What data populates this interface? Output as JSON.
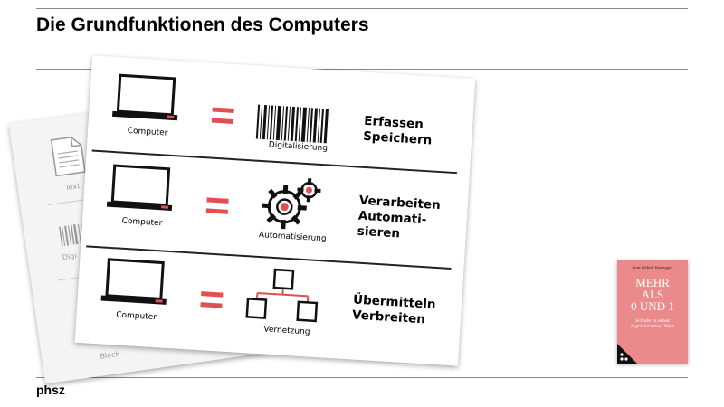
{
  "slide": {
    "title": "Die Grundfunktionen des Computers",
    "footer": "phsz"
  },
  "back_card": {
    "labels": [
      "Text",
      "Digi",
      "Block"
    ]
  },
  "front_card": {
    "rows": [
      {
        "device": "Computer",
        "function": "Digitalisierung",
        "desc_lines": [
          "Erfassen",
          "Speichern"
        ],
        "icon": "barcode-icon"
      },
      {
        "device": "Computer",
        "function": "Automatisierung",
        "desc_lines": [
          "Verarbeiten",
          "Automati-",
          "sieren"
        ],
        "icon": "gears-icon"
      },
      {
        "device": "Computer",
        "function": "Vernetzung",
        "desc_lines": [
          "Übermitteln",
          "Verbreiten"
        ],
        "icon": "network-icon"
      }
    ]
  },
  "book": {
    "author": "Beat Döbeli Honegger",
    "title_lines": [
      "MEHR",
      "ALS",
      "0 UND 1"
    ],
    "subtitle_lines": [
      "Schule in einer",
      "digitalisierten Welt"
    ]
  },
  "colors": {
    "accent_red": "#e05050",
    "book_pink": "#ea8a8a",
    "rule_gray": "#8a8a8a"
  }
}
